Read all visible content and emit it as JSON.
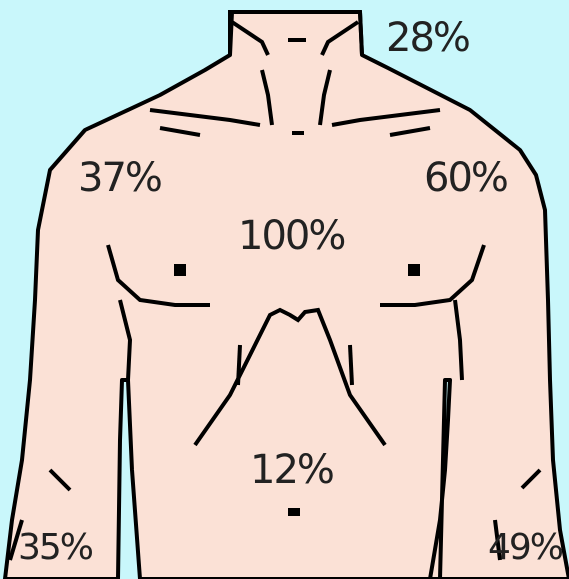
{
  "figure": {
    "background_color": "#c9f7fb",
    "skin_color": "#fbe1d6",
    "outline_color": "#000000",
    "labels": {
      "neck": "28%",
      "left_shoulder": "37%",
      "right_shoulder": "60%",
      "chest": "100%",
      "abdomen": "12%",
      "left_forearm": "35%",
      "right_forearm": "49%"
    }
  }
}
